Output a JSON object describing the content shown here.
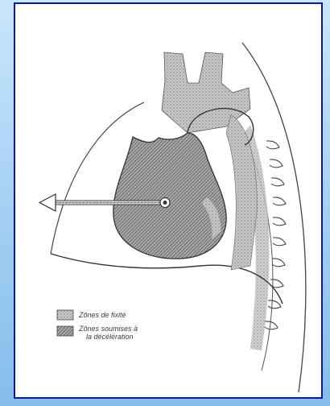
{
  "legend": {
    "fixed_zones": "Zônes de fixité",
    "decel_zones_line1": "Zônes soumises à",
    "decel_zones_line2": "la décélération"
  }
}
